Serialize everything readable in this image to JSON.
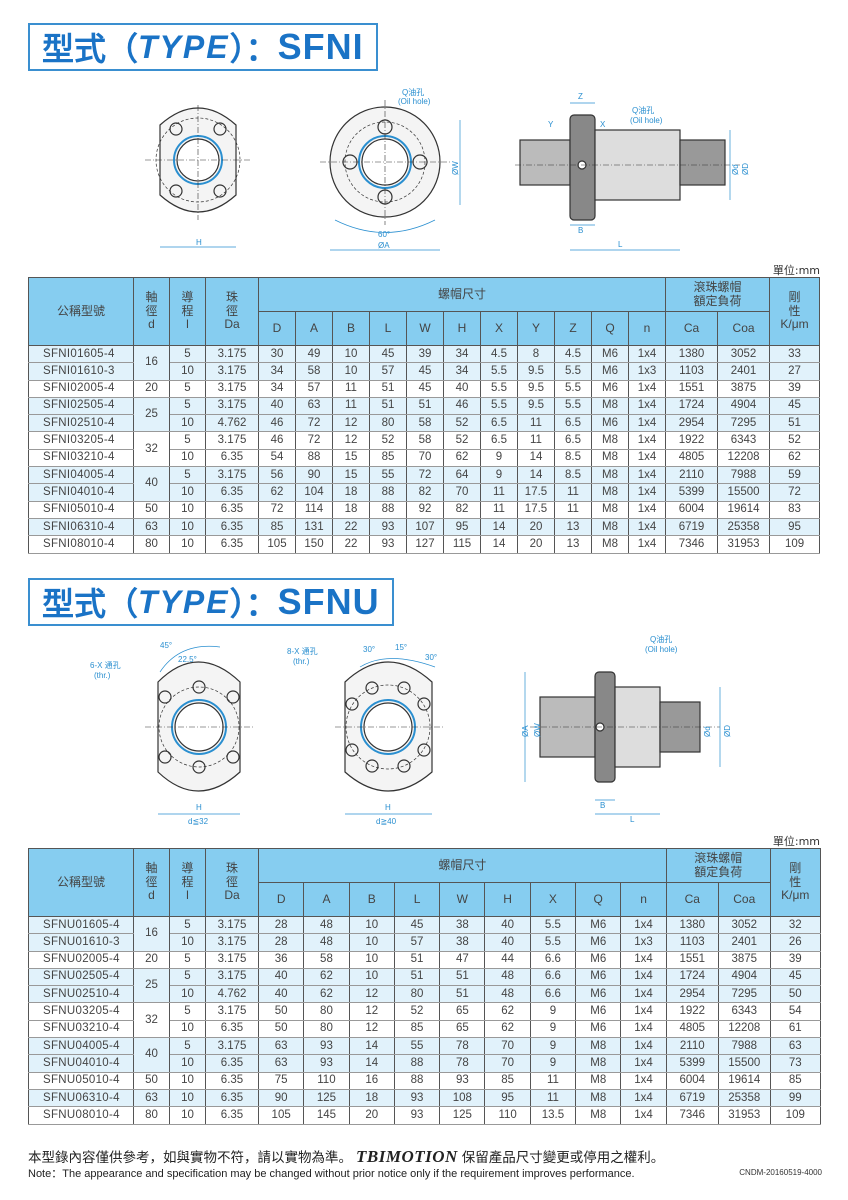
{
  "sections": [
    {
      "title_prefix": "型式（",
      "title_type": "TYPE",
      "title_suffix": "）：",
      "model": "SFNI",
      "unit": "單位:mm",
      "drawing_labels": {
        "oil_hole_cn": "Q油孔",
        "oil_hole_en": "(Oil hole)",
        "H": "H",
        "W": "ØW",
        "A": "ØA",
        "angle": "60°",
        "Z": "Z",
        "Y": "Y",
        "X": "X",
        "B": "B",
        "L": "L",
        "d": "Ød",
        "D": "ØD"
      },
      "headers": {
        "name": "公稱型號",
        "d": [
          "軸",
          "徑",
          "d"
        ],
        "l": [
          "導",
          "程",
          "l"
        ],
        "Da": [
          "珠",
          "徑",
          "Da"
        ],
        "group": "螺帽尺寸",
        "load": [
          "滾珠螺帽",
          "額定負荷"
        ],
        "stiff": [
          "剛",
          "性",
          "K/μm"
        ],
        "cols": [
          "D",
          "A",
          "B",
          "L",
          "W",
          "H",
          "X",
          "Y",
          "Z",
          "Q",
          "n"
        ],
        "Ca": "Ca",
        "Coa": "Coa"
      },
      "rows": [
        [
          "SFNI01605-4",
          "16",
          "5",
          "3.175",
          "30",
          "49",
          "10",
          "45",
          "39",
          "34",
          "4.5",
          "8",
          "4.5",
          "M6",
          "1x4",
          "1380",
          "3052",
          "33"
        ],
        [
          "SFNI01610-3",
          "16",
          "10",
          "3.175",
          "34",
          "58",
          "10",
          "57",
          "45",
          "34",
          "5.5",
          "9.5",
          "5.5",
          "M6",
          "1x3",
          "1103",
          "2401",
          "27"
        ],
        [
          "SFNI02005-4",
          "20",
          "5",
          "3.175",
          "34",
          "57",
          "11",
          "51",
          "45",
          "40",
          "5.5",
          "9.5",
          "5.5",
          "M6",
          "1x4",
          "1551",
          "3875",
          "39"
        ],
        [
          "SFNI02505-4",
          "25",
          "5",
          "3.175",
          "40",
          "63",
          "11",
          "51",
          "51",
          "46",
          "5.5",
          "9.5",
          "5.5",
          "M8",
          "1x4",
          "1724",
          "4904",
          "45"
        ],
        [
          "SFNI02510-4",
          "25",
          "10",
          "4.762",
          "46",
          "72",
          "12",
          "80",
          "58",
          "52",
          "6.5",
          "11",
          "6.5",
          "M6",
          "1x4",
          "2954",
          "7295",
          "51"
        ],
        [
          "SFNI03205-4",
          "32",
          "5",
          "3.175",
          "46",
          "72",
          "12",
          "52",
          "58",
          "52",
          "6.5",
          "11",
          "6.5",
          "M8",
          "1x4",
          "1922",
          "6343",
          "52"
        ],
        [
          "SFNI03210-4",
          "32",
          "10",
          "6.35",
          "54",
          "88",
          "15",
          "85",
          "70",
          "62",
          "9",
          "14",
          "8.5",
          "M8",
          "1x4",
          "4805",
          "12208",
          "62"
        ],
        [
          "SFNI04005-4",
          "40",
          "5",
          "3.175",
          "56",
          "90",
          "15",
          "55",
          "72",
          "64",
          "9",
          "14",
          "8.5",
          "M8",
          "1x4",
          "2110",
          "7988",
          "59"
        ],
        [
          "SFNI04010-4",
          "40",
          "10",
          "6.35",
          "62",
          "104",
          "18",
          "88",
          "82",
          "70",
          "11",
          "17.5",
          "11",
          "M8",
          "1x4",
          "5399",
          "15500",
          "72"
        ],
        [
          "SFNI05010-4",
          "50",
          "10",
          "6.35",
          "72",
          "114",
          "18",
          "88",
          "92",
          "82",
          "11",
          "17.5",
          "11",
          "M8",
          "1x4",
          "6004",
          "19614",
          "83"
        ],
        [
          "SFNI06310-4",
          "63",
          "10",
          "6.35",
          "85",
          "131",
          "22",
          "93",
          "107",
          "95",
          "14",
          "20",
          "13",
          "M8",
          "1x4",
          "6719",
          "25358",
          "95"
        ],
        [
          "SFNI08010-4",
          "80",
          "10",
          "6.35",
          "105",
          "150",
          "22",
          "93",
          "127",
          "115",
          "14",
          "20",
          "13",
          "M8",
          "1x4",
          "7346",
          "31953",
          "109"
        ]
      ]
    },
    {
      "title_prefix": "型式（",
      "title_type": "TYPE",
      "title_suffix": "）：",
      "model": "SFNU",
      "unit": "單位:mm",
      "drawing_labels": {
        "holes6_cn": "6-X 通孔",
        "holes6_en": "(thr.)",
        "a45": "45°",
        "a22": "22.5°",
        "holes8_cn": "8-X 通孔",
        "holes8_en": "(thr.)",
        "a30": "30°",
        "a15": "15°",
        "a30b": "30°",
        "H": "H",
        "d_small": "d≦32",
        "d_large": "d≧40",
        "oil_hole_cn": "Q油孔",
        "oil_hole_en": "(Oil hole)",
        "A": "ØA",
        "W": "ØW",
        "d": "Ød",
        "D": "ØD",
        "B": "B",
        "L": "L"
      },
      "headers": {
        "name": "公稱型號",
        "d": [
          "軸",
          "徑",
          "d"
        ],
        "l": [
          "導",
          "程",
          "l"
        ],
        "Da": [
          "珠",
          "徑",
          "Da"
        ],
        "group": "螺帽尺寸",
        "load": [
          "滾珠螺帽",
          "額定負荷"
        ],
        "stiff": [
          "剛",
          "性",
          "K/μm"
        ],
        "cols": [
          "D",
          "A",
          "B",
          "L",
          "W",
          "H",
          "X",
          "Q",
          "n"
        ],
        "Ca": "Ca",
        "Coa": "Coa"
      },
      "rows": [
        [
          "SFNU01605-4",
          "16",
          "5",
          "3.175",
          "28",
          "48",
          "10",
          "45",
          "38",
          "40",
          "5.5",
          "M6",
          "1x4",
          "1380",
          "3052",
          "32"
        ],
        [
          "SFNU01610-3",
          "16",
          "10",
          "3.175",
          "28",
          "48",
          "10",
          "57",
          "38",
          "40",
          "5.5",
          "M6",
          "1x3",
          "1103",
          "2401",
          "26"
        ],
        [
          "SFNU02005-4",
          "20",
          "5",
          "3.175",
          "36",
          "58",
          "10",
          "51",
          "47",
          "44",
          "6.6",
          "M6",
          "1x4",
          "1551",
          "3875",
          "39"
        ],
        [
          "SFNU02505-4",
          "25",
          "5",
          "3.175",
          "40",
          "62",
          "10",
          "51",
          "51",
          "48",
          "6.6",
          "M6",
          "1x4",
          "1724",
          "4904",
          "45"
        ],
        [
          "SFNU02510-4",
          "25",
          "10",
          "4.762",
          "40",
          "62",
          "12",
          "80",
          "51",
          "48",
          "6.6",
          "M6",
          "1x4",
          "2954",
          "7295",
          "50"
        ],
        [
          "SFNU03205-4",
          "32",
          "5",
          "3.175",
          "50",
          "80",
          "12",
          "52",
          "65",
          "62",
          "9",
          "M6",
          "1x4",
          "1922",
          "6343",
          "54"
        ],
        [
          "SFNU03210-4",
          "32",
          "10",
          "6.35",
          "50",
          "80",
          "12",
          "85",
          "65",
          "62",
          "9",
          "M6",
          "1x4",
          "4805",
          "12208",
          "61"
        ],
        [
          "SFNU04005-4",
          "40",
          "5",
          "3.175",
          "63",
          "93",
          "14",
          "55",
          "78",
          "70",
          "9",
          "M8",
          "1x4",
          "2110",
          "7988",
          "63"
        ],
        [
          "SFNU04010-4",
          "40",
          "10",
          "6.35",
          "63",
          "93",
          "14",
          "88",
          "78",
          "70",
          "9",
          "M8",
          "1x4",
          "5399",
          "15500",
          "73"
        ],
        [
          "SFNU05010-4",
          "50",
          "10",
          "6.35",
          "75",
          "110",
          "16",
          "88",
          "93",
          "85",
          "11",
          "M8",
          "1x4",
          "6004",
          "19614",
          "85"
        ],
        [
          "SFNU06310-4",
          "63",
          "10",
          "6.35",
          "90",
          "125",
          "18",
          "93",
          "108",
          "95",
          "11",
          "M8",
          "1x4",
          "6719",
          "25358",
          "99"
        ],
        [
          "SFNU08010-4",
          "80",
          "10",
          "6.35",
          "105",
          "145",
          "20",
          "93",
          "125",
          "110",
          "13.5",
          "M8",
          "1x4",
          "7346",
          "31953",
          "109"
        ]
      ]
    }
  ],
  "footer": {
    "cn_before": "本型錄內容僅供參考，如與實物不符，請以實物為準。",
    "brand": "TBIMOTION",
    "cn_after": "保留產品尺寸變更或停用之權利。",
    "note": "Note：The appearance and specification may be changed without prior notice only if the requirement improves performance.",
    "code": "CNDM-20160519-4000"
  }
}
